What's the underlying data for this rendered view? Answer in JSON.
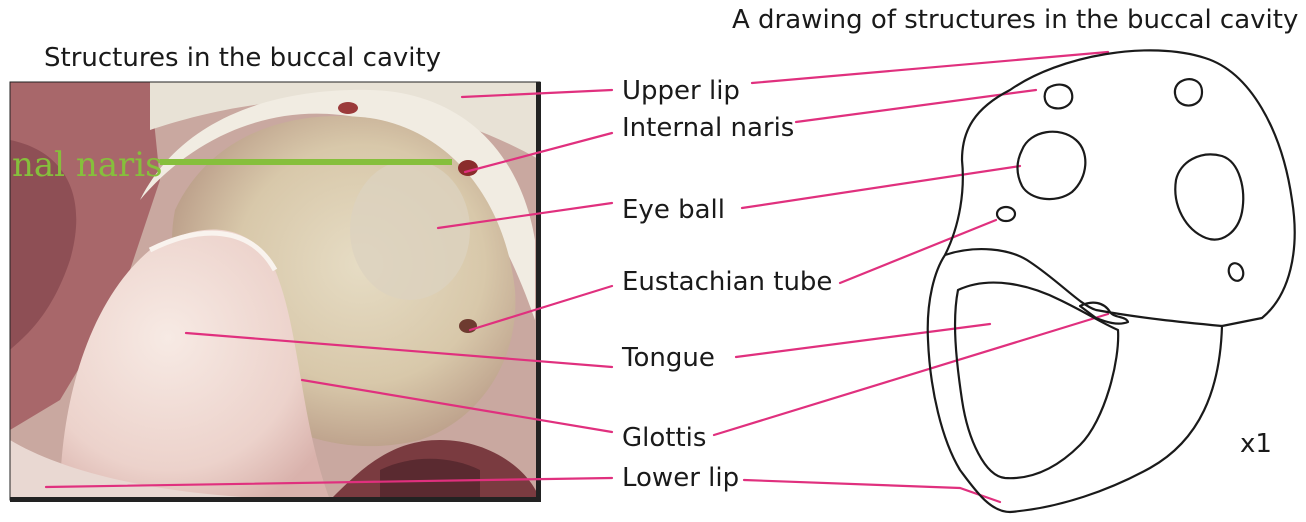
{
  "photo_title": "Structures in the buccal cavity",
  "drawing_title": "A drawing of structures in the buccal cavity",
  "photo_overlay_text": "nal naris",
  "labels": {
    "upper_lip": "Upper lip",
    "internal_naris": "Internal naris",
    "eye_ball": "Eye ball",
    "eustachian_tube": "Eustachian tube",
    "tongue": "Tongue",
    "glottis": "Glottis",
    "lower_lip": "Lower lip"
  },
  "magnification": "x1",
  "colors": {
    "leader_line": "#e0307e",
    "overlay_line": "#86bf3c",
    "drawing_outline": "#1a1a1a"
  }
}
